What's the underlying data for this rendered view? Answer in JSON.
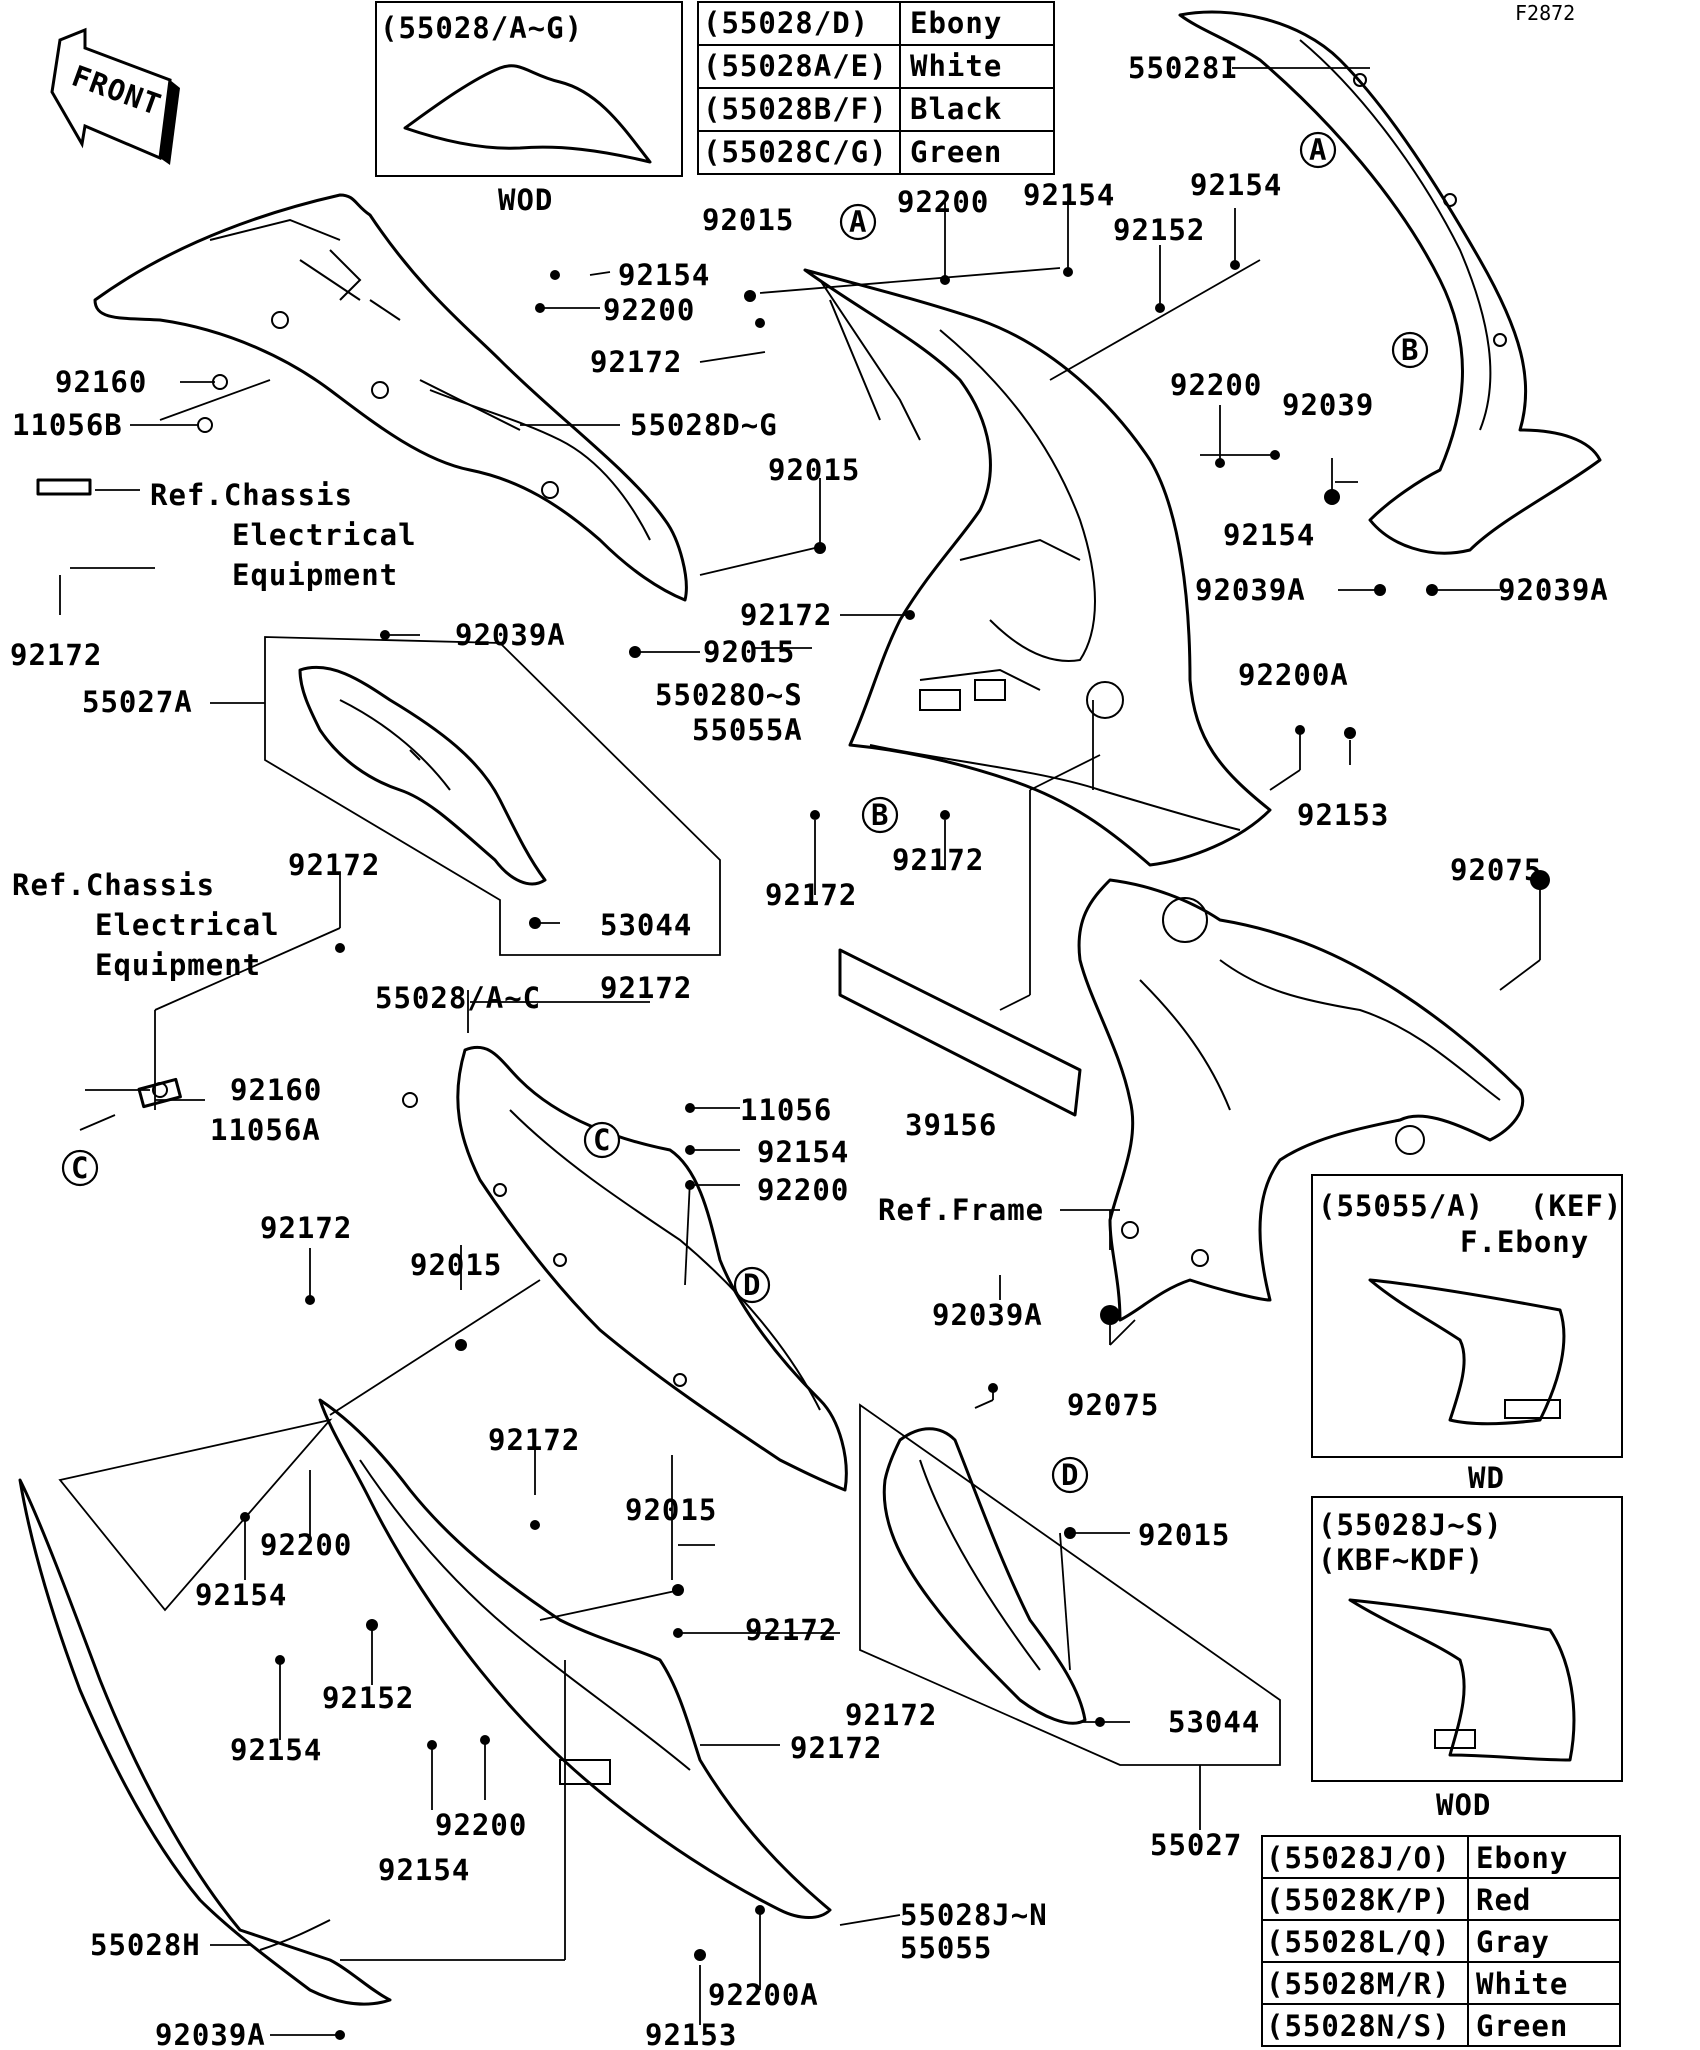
{
  "figure_id": "F2872",
  "front_label": "FRONT",
  "inset_top": {
    "title": "(55028/A~G)",
    "note": "WOD"
  },
  "color_table_top": [
    [
      "(55028/D)",
      "Ebony"
    ],
    [
      "(55028A/E)",
      "White"
    ],
    [
      "(55028B/F)",
      "Black"
    ],
    [
      "(55028C/G)",
      "Green"
    ]
  ],
  "inset_kef": {
    "title": "(55055/A)",
    "model": "(KEF)",
    "color": "F.Ebony",
    "note": "WD"
  },
  "inset_kbf": {
    "title": "(55028J~S)",
    "model": "(KBF~KDF)",
    "note": "WOD"
  },
  "color_table_bottom": [
    [
      "(55028J/O)",
      "Ebony"
    ],
    [
      "(55028K/P)",
      "Red"
    ],
    [
      "(55028L/Q)",
      "Gray"
    ],
    [
      "(55028M/R)",
      "White"
    ],
    [
      "(55028N/S)",
      "Green"
    ]
  ],
  "refs": {
    "chassis_1": [
      "Ref.Chassis",
      "Electrical",
      "Equipment"
    ],
    "chassis_2": [
      "Ref.Chassis",
      "Electrical",
      "Equipment"
    ],
    "frame": "Ref.Frame"
  },
  "callouts": [
    "A",
    "B",
    "C",
    "D"
  ],
  "part_labels": [
    "55028I",
    "92154",
    "92015",
    "92200",
    "92154",
    "92152",
    "92154",
    "92200",
    "92172",
    "92160",
    "11056B",
    "55028D~G",
    "92015",
    "92200",
    "92039",
    "92154",
    "92039A",
    "92039A",
    "92172",
    "92039A",
    "92015",
    "55027A",
    "55028O~S",
    "55055A",
    "92200A",
    "92153",
    "92172",
    "92172",
    "53044",
    "92172",
    "92075",
    "92172",
    "55028/A~C",
    "39156",
    "11056",
    "92160",
    "11056A",
    "92154",
    "92200",
    "Ref.Frame",
    "92172",
    "92015",
    "92039A",
    "92075",
    "92172",
    "92015",
    "92200",
    "92154",
    "92015",
    "92172",
    "92152",
    "92154",
    "92172",
    "92172",
    "53044",
    "92200",
    "92154",
    "55027",
    "55028J~N",
    "55055",
    "55028H",
    "92200A",
    "92039A",
    "92153",
    "92172"
  ]
}
